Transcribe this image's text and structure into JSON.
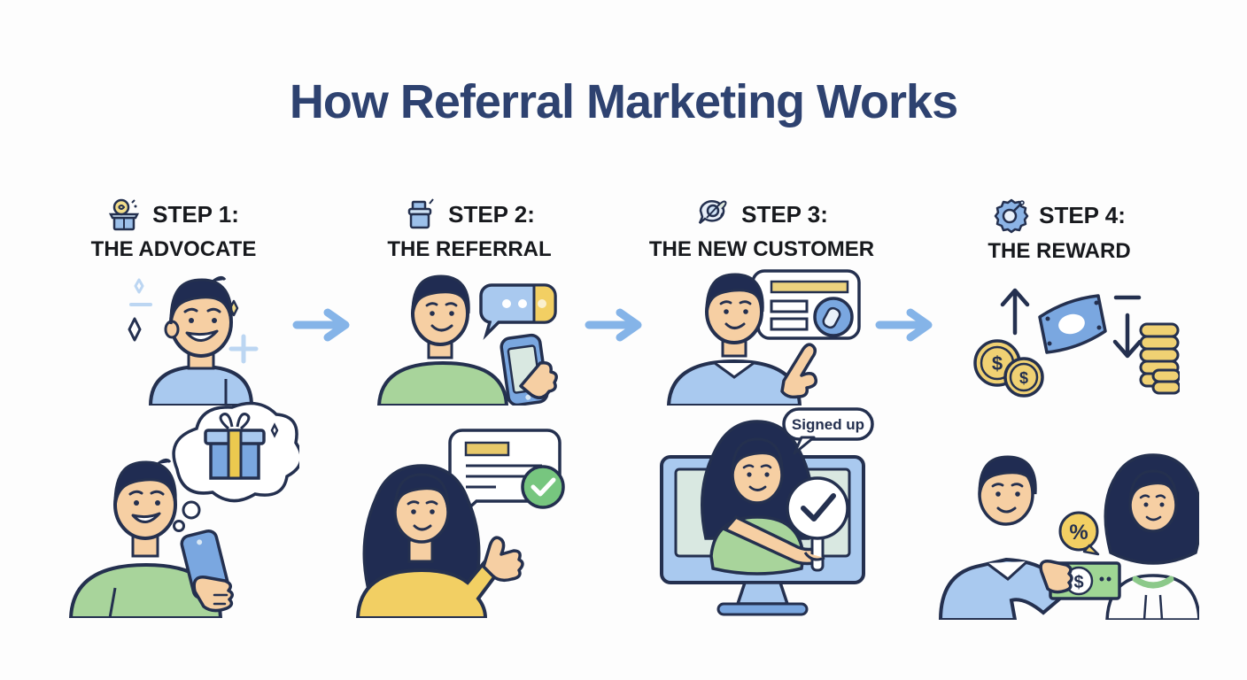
{
  "title": "How Referral Marketing Works",
  "steps": [
    {
      "label": "STEP 1:",
      "sublabel": "THE ADVOCATE",
      "icon": "surprise-box-icon"
    },
    {
      "label": "STEP 2:",
      "sublabel": "THE REFERRAL",
      "icon": "package-box-icon"
    },
    {
      "label": "STEP 3:",
      "sublabel": "THE NEW CUSTOMER",
      "icon": "chat-rocket-icon"
    },
    {
      "label": "STEP 4:",
      "sublabel": "THE REWARD",
      "icon": "reward-badge-icon"
    }
  ],
  "annotations": {
    "signed_up": "Signed up",
    "percent": "%",
    "dollar": "$"
  },
  "colors": {
    "title": "#2e4270",
    "heading_text": "#17191d",
    "outline": "#24304f",
    "arrow_blue": "#85b4e8",
    "shirt_blue": "#a9c9ef",
    "shirt_green": "#a8d49b",
    "sweater_yellow": "#f2cf63",
    "coin_gold": "#f0d173",
    "check_green": "#77c67f",
    "background": "#fdfdfd"
  }
}
